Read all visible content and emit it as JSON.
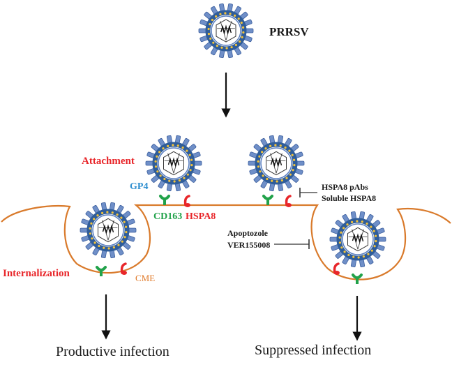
{
  "virus_name": "PRRSV",
  "stages": {
    "attachment": "Attachment",
    "internalization": "Internalization"
  },
  "proteins": {
    "gp4": "GP4",
    "cd163": "CD163",
    "hspa8": "HSPA8"
  },
  "pathway": "CME",
  "inhibitors_attachment": [
    "HSPA8 pAbs",
    "Soluble HSPA8"
  ],
  "inhibitors_internalization": [
    "Apoptozole",
    "VER155008"
  ],
  "outcomes": {
    "left": "Productive infection",
    "right": "Suppressed infection"
  },
  "colors": {
    "membrane": "#d97a2b",
    "virus_capsid": "#2f5d9a",
    "virus_spike": "#6f8fc8",
    "virus_dots": "#f2c23a",
    "receptor_cd163": "#21a24a",
    "receptor_hspa8": "#e8262a",
    "label_red": "#e8262a",
    "label_blue": "#2f8fd0",
    "label_green": "#21a24a"
  }
}
